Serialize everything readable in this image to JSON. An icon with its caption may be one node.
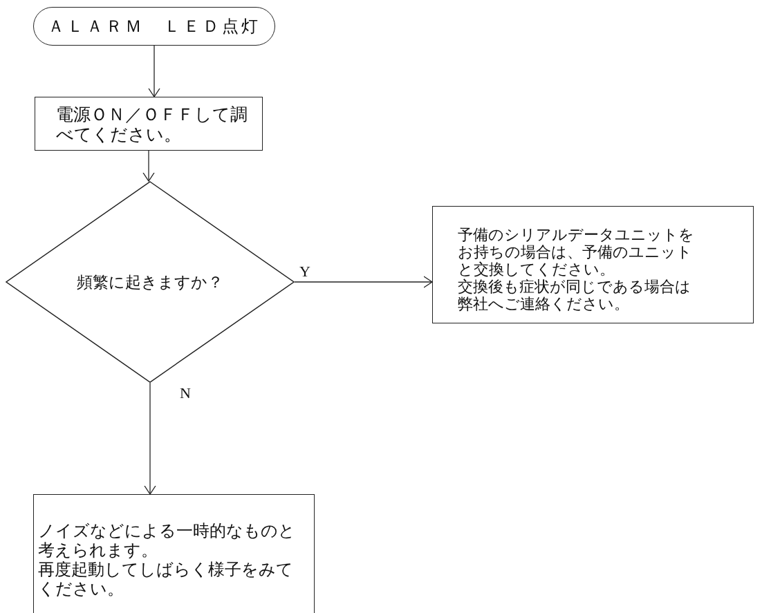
{
  "diagram": {
    "nodes": [
      {
        "text": [
          "ＡＬＡＲＭ　ＬＥＤ点灯"
        ]
      },
      {
        "text": [
          "電源ＯＮ／ＯＦＦして調べてください。"
        ]
      },
      {
        "text": [
          "頻繁に起きますか？"
        ]
      },
      {
        "text": [
          "予備のシリアルデータユニットをお持ちの場合は、予備のユニットと交換してください。",
          "交換後も症状が同じである場合は弊社へご連絡ください。"
        ]
      },
      {
        "text": [
          "ノイズなどによる一時的なものと考えられます。",
          "再度起動してしばらく様子をみてください。"
        ]
      }
    ],
    "edges": [
      {
        "from": 0,
        "to": 1,
        "arrow": "to"
      },
      {
        "from": 1,
        "to": 2,
        "arrow": "to"
      },
      {
        "from": 2,
        "to": 3,
        "arrow": "to",
        "label": "Y"
      },
      {
        "from": 2,
        "to": 4,
        "arrow": "to",
        "label": "N"
      }
    ]
  }
}
